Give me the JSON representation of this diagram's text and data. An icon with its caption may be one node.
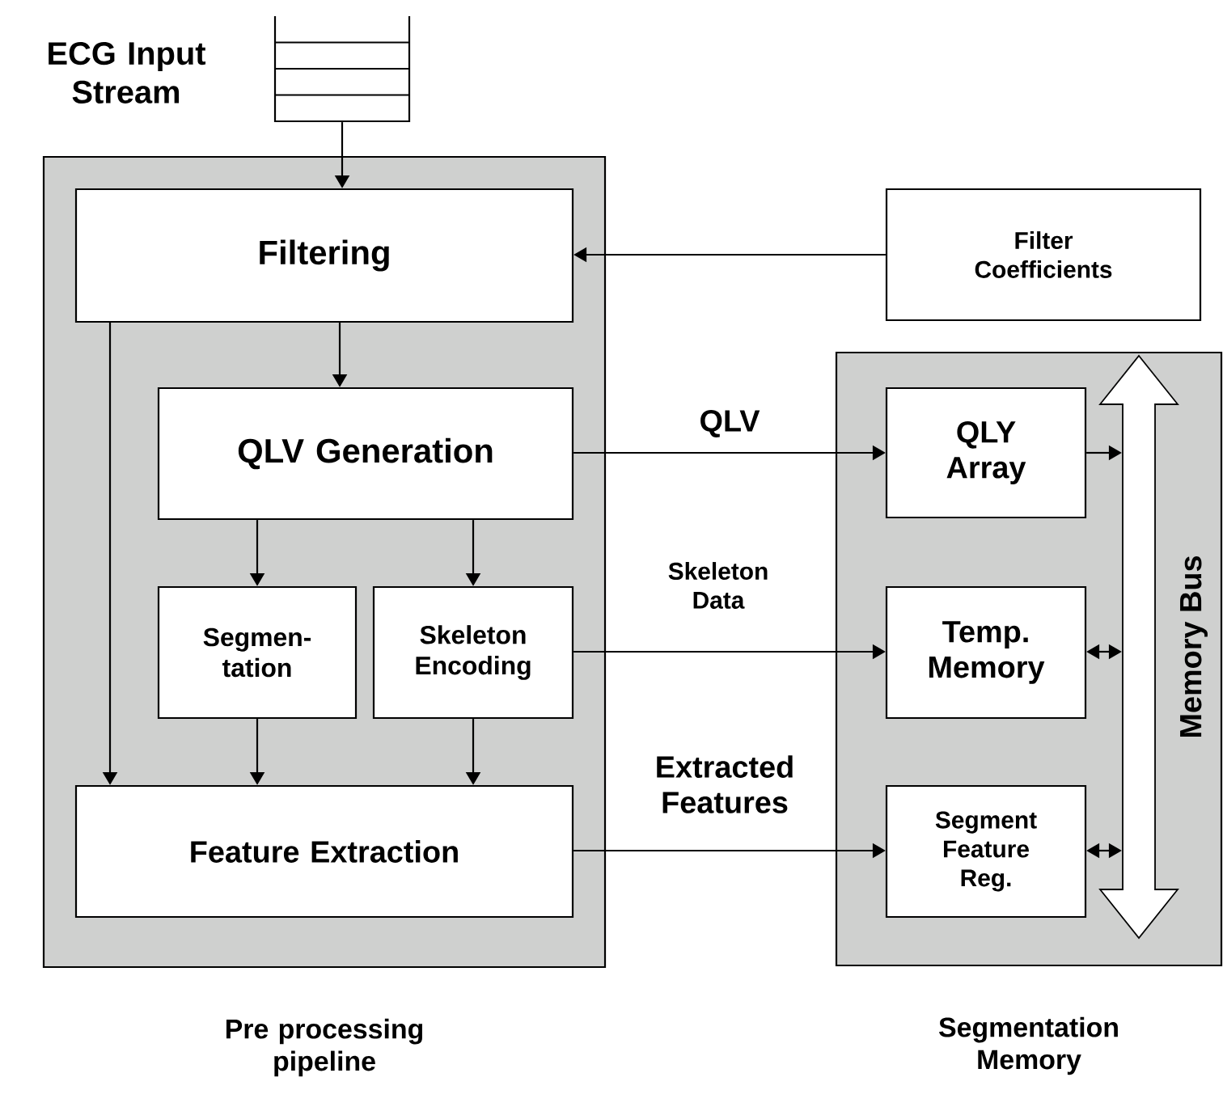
{
  "diagram": {
    "nodes": [
      {
        "text": [],
        "shape": "box",
        "beside": [
          "ECG Input Stream"
        ]
      },
      {
        "text": [
          "Pre processing pipeline"
        ]
      },
      {
        "text": [
          "Filtering"
        ],
        "in": 1
      },
      {
        "text": [
          "QLV Generation"
        ],
        "in": 1
      },
      {
        "text": [
          "Segmen- tation"
        ],
        "in": 1
      },
      {
        "text": [
          "Skeleton Encoding"
        ],
        "in": 1
      },
      {
        "text": [
          "Feature Extraction"
        ],
        "in": 1
      },
      {
        "text": [
          "Filter Coefficients"
        ]
      },
      {
        "text": [
          "Segmentation Memory"
        ]
      },
      {
        "text": [
          "QLY Array"
        ],
        "in": 8
      },
      {
        "text": [
          "Temp. Memory"
        ],
        "in": 8
      },
      {
        "text": [
          "Segment Feature Reg."
        ],
        "in": 8
      },
      {
        "text": [
          "Memory Bus"
        ],
        "in": 8
      }
    ],
    "edges": [
      {
        "from": 0,
        "to": 2,
        "arrow": "to"
      },
      {
        "from": 7,
        "to": 2,
        "arrow": "to"
      },
      {
        "from": 2,
        "to": 3,
        "arrow": "to"
      },
      {
        "from": 2,
        "to": 6,
        "arrow": "to"
      },
      {
        "from": 3,
        "to": 4,
        "arrow": "to"
      },
      {
        "from": 3,
        "to": 5,
        "arrow": "to"
      },
      {
        "from": 4,
        "to": 6,
        "arrow": "to"
      },
      {
        "from": 5,
        "to": 6,
        "arrow": "to"
      },
      {
        "from": 3,
        "to": 9,
        "arrow": "to",
        "label": "QLV"
      },
      {
        "from": 5,
        "to": 10,
        "arrow": "to",
        "label": "Skeleton Data"
      },
      {
        "from": 6,
        "to": 11,
        "arrow": "to",
        "label": "Extracted Features"
      },
      {
        "from": 9,
        "to": 12,
        "arrow": "to"
      },
      {
        "from": 10,
        "to": 12,
        "arrow": "both"
      },
      {
        "from": 11,
        "to": 12,
        "arrow": "both"
      }
    ]
  }
}
